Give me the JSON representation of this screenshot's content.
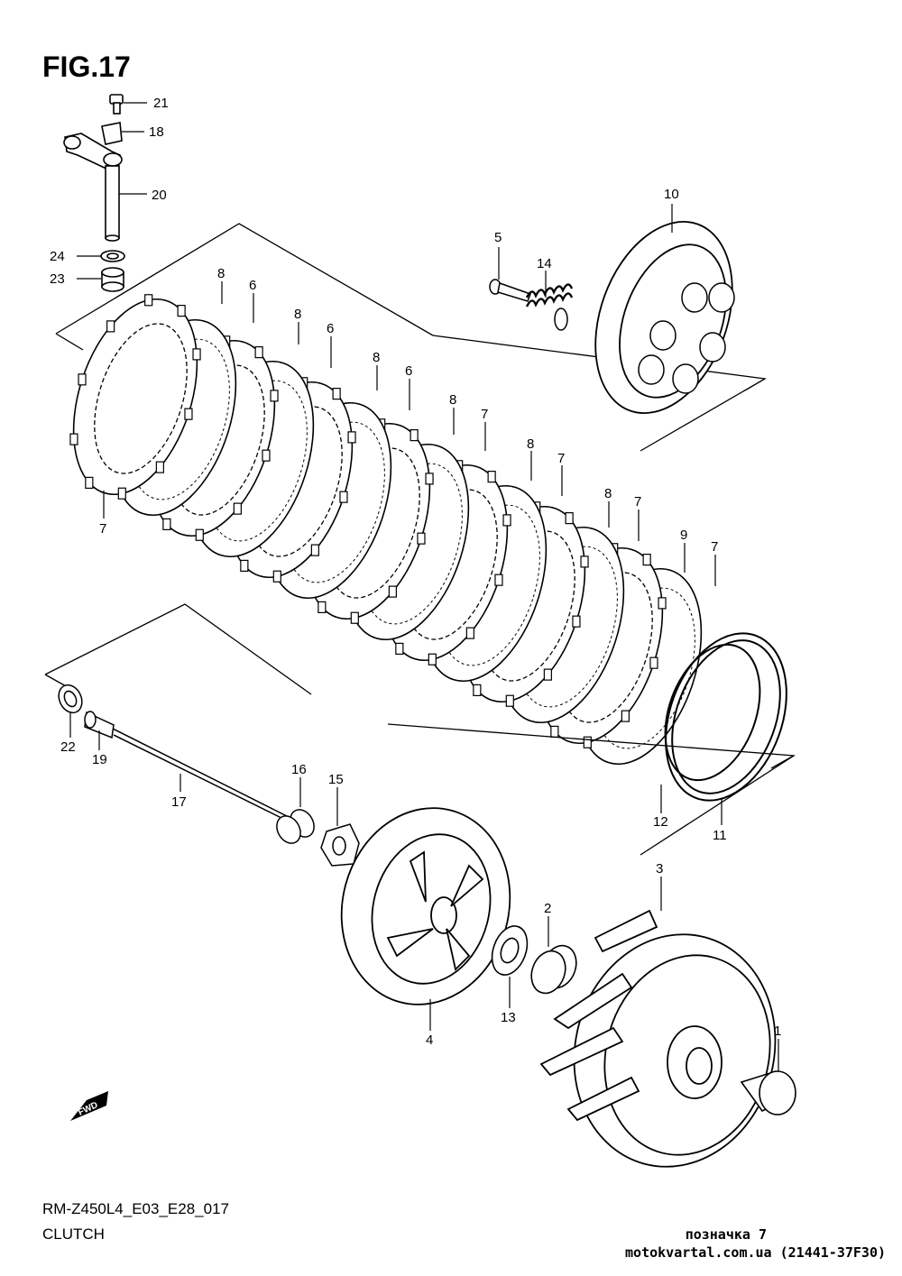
{
  "figure": {
    "title": "FIG.17",
    "model_code": "RM-Z450L4_E03_E28_017",
    "section": "CLUTCH",
    "note_label": "позначка 7",
    "note_source": "motokvartal.com.ua (21441-37F30)",
    "fwd_label": "FWD"
  },
  "callouts": [
    {
      "id": "c21",
      "text": "21"
    },
    {
      "id": "c18",
      "text": "18"
    },
    {
      "id": "c20",
      "text": "20"
    },
    {
      "id": "c24",
      "text": "24"
    },
    {
      "id": "c23",
      "text": "23"
    },
    {
      "id": "c10",
      "text": "10"
    },
    {
      "id": "c5",
      "text": "5"
    },
    {
      "id": "c14",
      "text": "14"
    },
    {
      "id": "c8a",
      "text": "8"
    },
    {
      "id": "c6a",
      "text": "6"
    },
    {
      "id": "c8b",
      "text": "8"
    },
    {
      "id": "c6b",
      "text": "6"
    },
    {
      "id": "c8c",
      "text": "8"
    },
    {
      "id": "c6c",
      "text": "6"
    },
    {
      "id": "c8d",
      "text": "8"
    },
    {
      "id": "c7a",
      "text": "7"
    },
    {
      "id": "c8e",
      "text": "8"
    },
    {
      "id": "c7b",
      "text": "7"
    },
    {
      "id": "c8f",
      "text": "8"
    },
    {
      "id": "c7c",
      "text": "7"
    },
    {
      "id": "c9",
      "text": "9"
    },
    {
      "id": "c7d",
      "text": "7"
    },
    {
      "id": "c7e",
      "text": "7"
    },
    {
      "id": "c22",
      "text": "22"
    },
    {
      "id": "c19",
      "text": "19"
    },
    {
      "id": "c17",
      "text": "17"
    },
    {
      "id": "c16",
      "text": "16"
    },
    {
      "id": "c15",
      "text": "15"
    },
    {
      "id": "c12",
      "text": "12"
    },
    {
      "id": "c11",
      "text": "11"
    },
    {
      "id": "c3",
      "text": "3"
    },
    {
      "id": "c2",
      "text": "2"
    },
    {
      "id": "c13",
      "text": "13"
    },
    {
      "id": "c4",
      "text": "4"
    },
    {
      "id": "c1",
      "text": "1"
    }
  ]
}
